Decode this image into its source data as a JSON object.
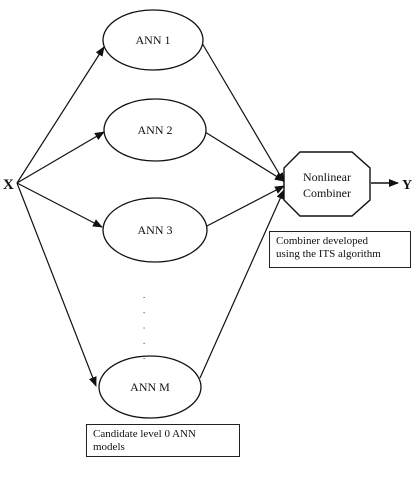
{
  "input_label": "X",
  "output_label": "Y",
  "models": [
    "ANN 1",
    "ANN 2",
    "ANN 3",
    "ANN M"
  ],
  "ellipsis": "· · · · ·",
  "combiner": {
    "line1": "Nonlinear",
    "line2": "Combiner"
  },
  "combiner_note": {
    "line1": "Combiner developed",
    "line2": "using  the  ITS algorithm"
  },
  "candidate_note": {
    "line1": "Candidate level 0 ANN",
    "line2": "models"
  },
  "colors": {
    "stroke": "#111111",
    "background": "#ffffff"
  }
}
